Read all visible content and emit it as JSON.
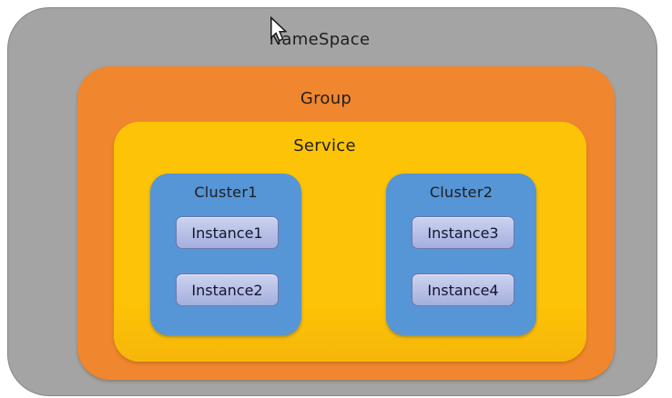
{
  "diagram": {
    "namespace_label": "NameSpace",
    "group_label": "Group",
    "service_label": "Service",
    "clusters": [
      {
        "label": "Cluster1",
        "instances": [
          {
            "label": "Instance1"
          },
          {
            "label": "Instance2"
          }
        ]
      },
      {
        "label": "Cluster2",
        "instances": [
          {
            "label": "Instance3"
          },
          {
            "label": "Instance4"
          }
        ]
      }
    ]
  },
  "cursor": {
    "icon": "mouse-pointer",
    "over": "NameSpace label"
  },
  "colors": {
    "namespace_bg": "#a4a4a4",
    "group_bg": "#f0862e",
    "service_bg": "#fdc306",
    "cluster_bg": "#5695d6",
    "instance_bg_top": "#ccd3f0",
    "instance_bg_bottom": "#a4afdd",
    "instance_text": "#15152e",
    "label_text": "#1e1e1e",
    "page_bg": "#ffffff"
  }
}
